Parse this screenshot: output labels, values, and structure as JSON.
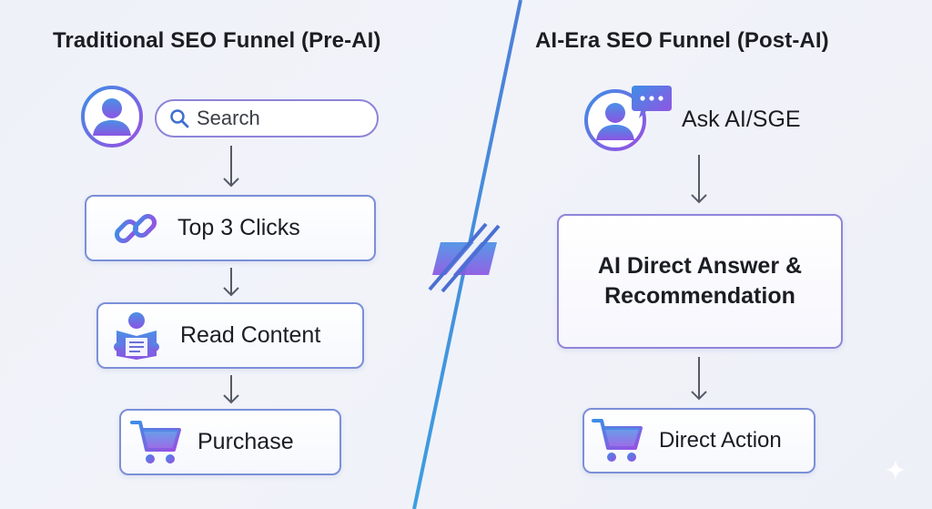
{
  "left": {
    "title": "Traditional SEO Funnel (Pre-AI)",
    "search_label": "Search",
    "steps": [
      {
        "label": "Top 3 Clicks",
        "icon": "link-icon"
      },
      {
        "label": "Read Content",
        "icon": "reading-person-icon"
      },
      {
        "label": "Purchase",
        "icon": "shopping-cart-icon"
      }
    ]
  },
  "right": {
    "title": "AI-Era SEO Funnel (Post-AI)",
    "ask_label": "Ask AI/SGE",
    "answer_lines": [
      "AI Direct Answer &",
      "Recommendation"
    ],
    "action_label": "Direct Action"
  },
  "colors": {
    "accent_blue": "#3f8fe0",
    "accent_purple": "#9a4fe0",
    "border": "#7b8fd8",
    "arrow": "#555a66"
  }
}
